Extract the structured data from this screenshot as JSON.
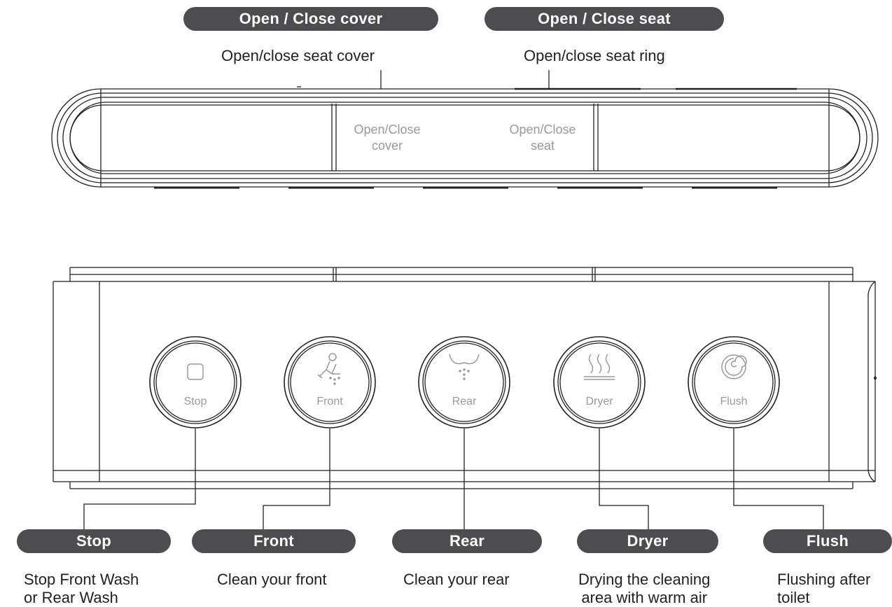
{
  "top_panel": {
    "cover_label": {
      "title": "Open / Close cover",
      "desc": "Open/close seat cover"
    },
    "seat_label": {
      "title": "Open / Close seat",
      "desc": "Open/close seat ring"
    },
    "cover_button": {
      "line1": "Open/Close",
      "line2": "cover"
    },
    "seat_button": {
      "line1": "Open/Close",
      "line2": "seat"
    }
  },
  "buttons": [
    {
      "icon": "stop-square-icon",
      "label": "Stop",
      "title": "Stop",
      "desc1": "Stop Front Wash",
      "desc2": "or Rear Wash"
    },
    {
      "icon": "front-wash-icon",
      "label": "Front",
      "title": "Front",
      "desc1": "Clean your front",
      "desc2": ""
    },
    {
      "icon": "rear-wash-icon",
      "label": "Rear",
      "title": "Rear",
      "desc1": "Clean your rear",
      "desc2": ""
    },
    {
      "icon": "dryer-icon",
      "label": "Dryer",
      "title": "Dryer",
      "desc1": "Drying the cleaning",
      "desc2": "area with warm air"
    },
    {
      "icon": "flush-icon",
      "label": "Flush",
      "title": "Flush",
      "desc1": "Flushing after",
      "desc2": "toilet"
    }
  ],
  "colors": {
    "pill": "#4d4d4f",
    "line": "#231f20",
    "button_text": "#9a9a9a"
  }
}
